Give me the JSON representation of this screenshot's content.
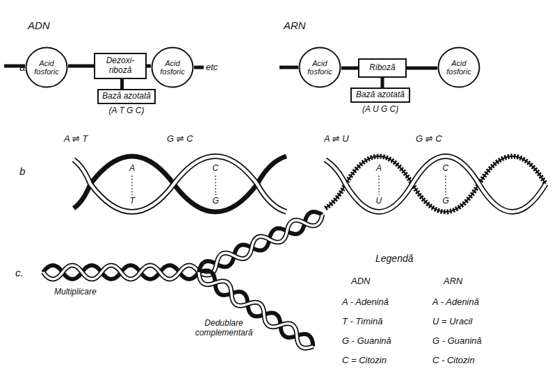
{
  "diagram": {
    "nodes": [
      {
        "text": [
          "Acid fosforic"
        ]
      },
      {
        "text": [
          "Dezoxi- riboză"
        ]
      },
      {
        "text": [
          "Acid fosforic"
        ]
      },
      {
        "text": [
          "Bază azotată"
        ]
      },
      {
        "text": [
          "Acid fosforic"
        ]
      },
      {
        "text": [
          "Riboză"
        ]
      },
      {
        "text": [
          "Acid fosforic"
        ]
      },
      {
        "text": [
          "Bază azotată"
        ]
      }
    ],
    "edges": [
      {
        "from": 0,
        "to": 1,
        "arrow": "none"
      },
      {
        "from": 1,
        "to": 2,
        "arrow": "none"
      },
      {
        "from": 1,
        "to": 3,
        "arrow": "none"
      },
      {
        "from": 4,
        "to": 5,
        "arrow": "none"
      },
      {
        "from": 5,
        "to": 6,
        "arrow": "none"
      },
      {
        "from": 5,
        "to": 7,
        "arrow": "none"
      }
    ],
    "labels": [
      "ADN",
      "ARN",
      "a",
      "etc",
      "(A T G C)",
      "(A U G C)",
      "A ⇌ T",
      "G ⇌ C",
      "A ⇌ U",
      "G ⇌ C",
      "b",
      "A",
      "T",
      "C",
      "G",
      "A",
      "U",
      "C",
      "G",
      "c.",
      "Multiplicare",
      "Dedublare complementară",
      "Legendă",
      "ADN",
      "ARN",
      "A - Adenină",
      "T - Timină",
      "G - Guanină",
      "C = Citozin",
      "A - Adenină",
      "U = Uracil",
      "G - Guanină",
      "C - Citozin"
    ]
  }
}
